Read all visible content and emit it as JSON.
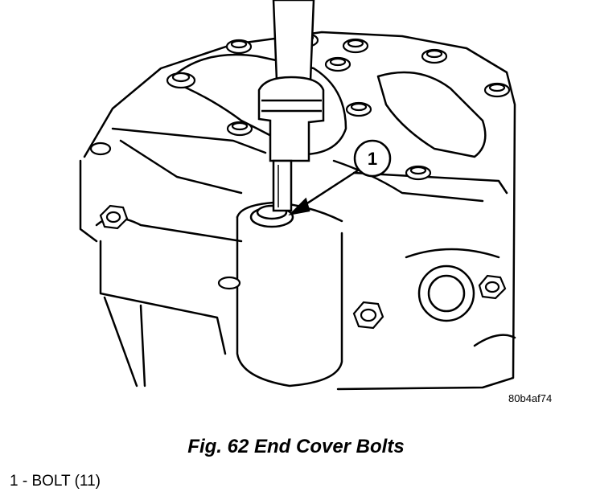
{
  "figure": {
    "callout_number": "1",
    "image_id": "80b4af74",
    "caption": "Fig. 62 End Cover Bolts",
    "legend": [
      "1 - BOLT (11)"
    ]
  }
}
